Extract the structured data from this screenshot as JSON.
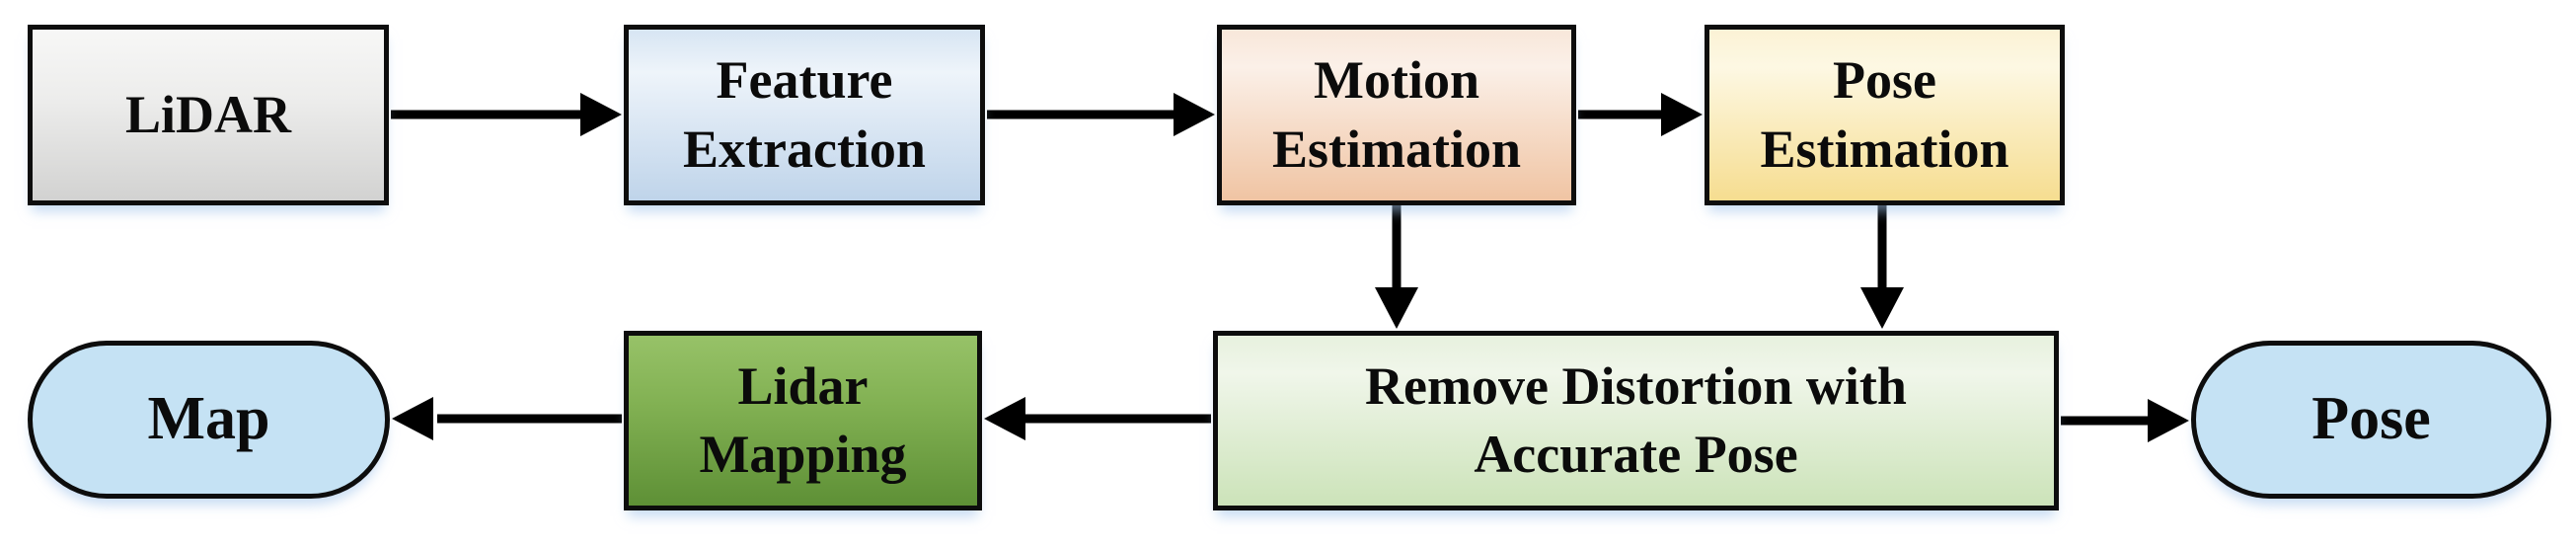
{
  "diagram": {
    "type": "flowchart",
    "background": "#ffffff",
    "nodes": {
      "lidar": {
        "label": "LiDAR",
        "shape": "rectangle",
        "fill": [
          "#f7f7f6",
          "#d2d2d1"
        ]
      },
      "feature_extraction": {
        "label": "Feature\nExtraction",
        "shape": "rectangle",
        "fill": [
          "#d7e5f3",
          "#eef4fa",
          "#bfd4ea"
        ]
      },
      "motion_estimation": {
        "label": "Motion\nEstimation",
        "shape": "rectangle",
        "fill": [
          "#f8e7da",
          "#fbf0e8",
          "#f0c4a3"
        ]
      },
      "pose_estimation": {
        "label": "Pose\nEstimation",
        "shape": "rectangle",
        "fill": [
          "#fbf2d5",
          "#fdf8e3",
          "#f6dd90"
        ]
      },
      "remove_distortion": {
        "label": "Remove Distortion with\nAccurate Pose",
        "shape": "rectangle",
        "fill": [
          "#e7f1de",
          "#f0f6ea",
          "#cce3b9"
        ]
      },
      "lidar_mapping": {
        "label": "Lidar\nMapping",
        "shape": "rectangle",
        "fill": [
          "#97c268",
          "#5e9036"
        ]
      },
      "map": {
        "label": "Map",
        "shape": "stadium",
        "fill": [
          "#c5e2f4"
        ]
      },
      "pose": {
        "label": "Pose",
        "shape": "stadium",
        "fill": [
          "#c5e2f4"
        ]
      }
    },
    "edges": [
      {
        "from": "LiDAR",
        "to": "Feature Extraction",
        "direction": "right"
      },
      {
        "from": "Feature Extraction",
        "to": "Motion Estimation",
        "direction": "right"
      },
      {
        "from": "Motion Estimation",
        "to": "Pose Estimation",
        "direction": "right"
      },
      {
        "from": "Motion Estimation",
        "to": "Remove Distortion with Accurate Pose",
        "direction": "down"
      },
      {
        "from": "Pose Estimation",
        "to": "Remove Distortion with Accurate Pose",
        "direction": "down"
      },
      {
        "from": "Remove Distortion with Accurate Pose",
        "to": "Lidar Mapping",
        "direction": "left"
      },
      {
        "from": "Lidar Mapping",
        "to": "Map",
        "direction": "left"
      },
      {
        "from": "Remove Distortion with Accurate Pose",
        "to": "Pose",
        "direction": "right"
      }
    ],
    "colors": {
      "arrow": "#000000",
      "border": "#0d0d0d",
      "text": "#0b0b0b",
      "shadow": "#b9d0ec"
    }
  }
}
